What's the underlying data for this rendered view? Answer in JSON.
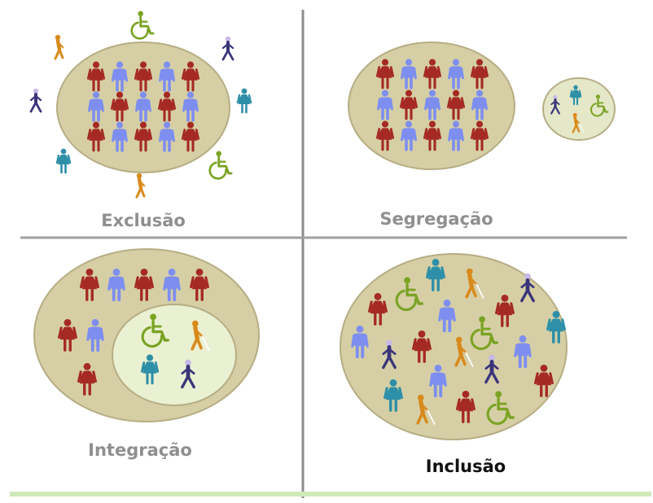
{
  "panels": [
    {
      "id": "exclusao",
      "label": "Exclusão"
    },
    {
      "id": "segregacao",
      "label": "Segregação"
    },
    {
      "id": "integracao",
      "label": "Integração"
    },
    {
      "id": "inclusao",
      "label": "Inclusão"
    }
  ],
  "colors": {
    "red_person": "#a52a23",
    "blue_person": "#7d8ef0",
    "teal_person": "#2d8fa8",
    "orange_person": "#d98a1c",
    "navy_person": "#3a357a",
    "green_wheelchair": "#7aa323",
    "big_circle_fill": "#d6cfa6",
    "inner_circle_fill": "#e9f1d2",
    "label_gray": "#8f8f8f",
    "label_dark": "#111111",
    "divider": "#9a9a9a",
    "bottom_rule": "#c9e7b0"
  },
  "icons": {
    "red": "female-figure-icon",
    "blue": "male-figure-icon",
    "teal": "female-figure-icon",
    "orange": "blind-person-cane-icon",
    "navy": "walking-person-icon",
    "green": "wheelchair-user-icon"
  }
}
